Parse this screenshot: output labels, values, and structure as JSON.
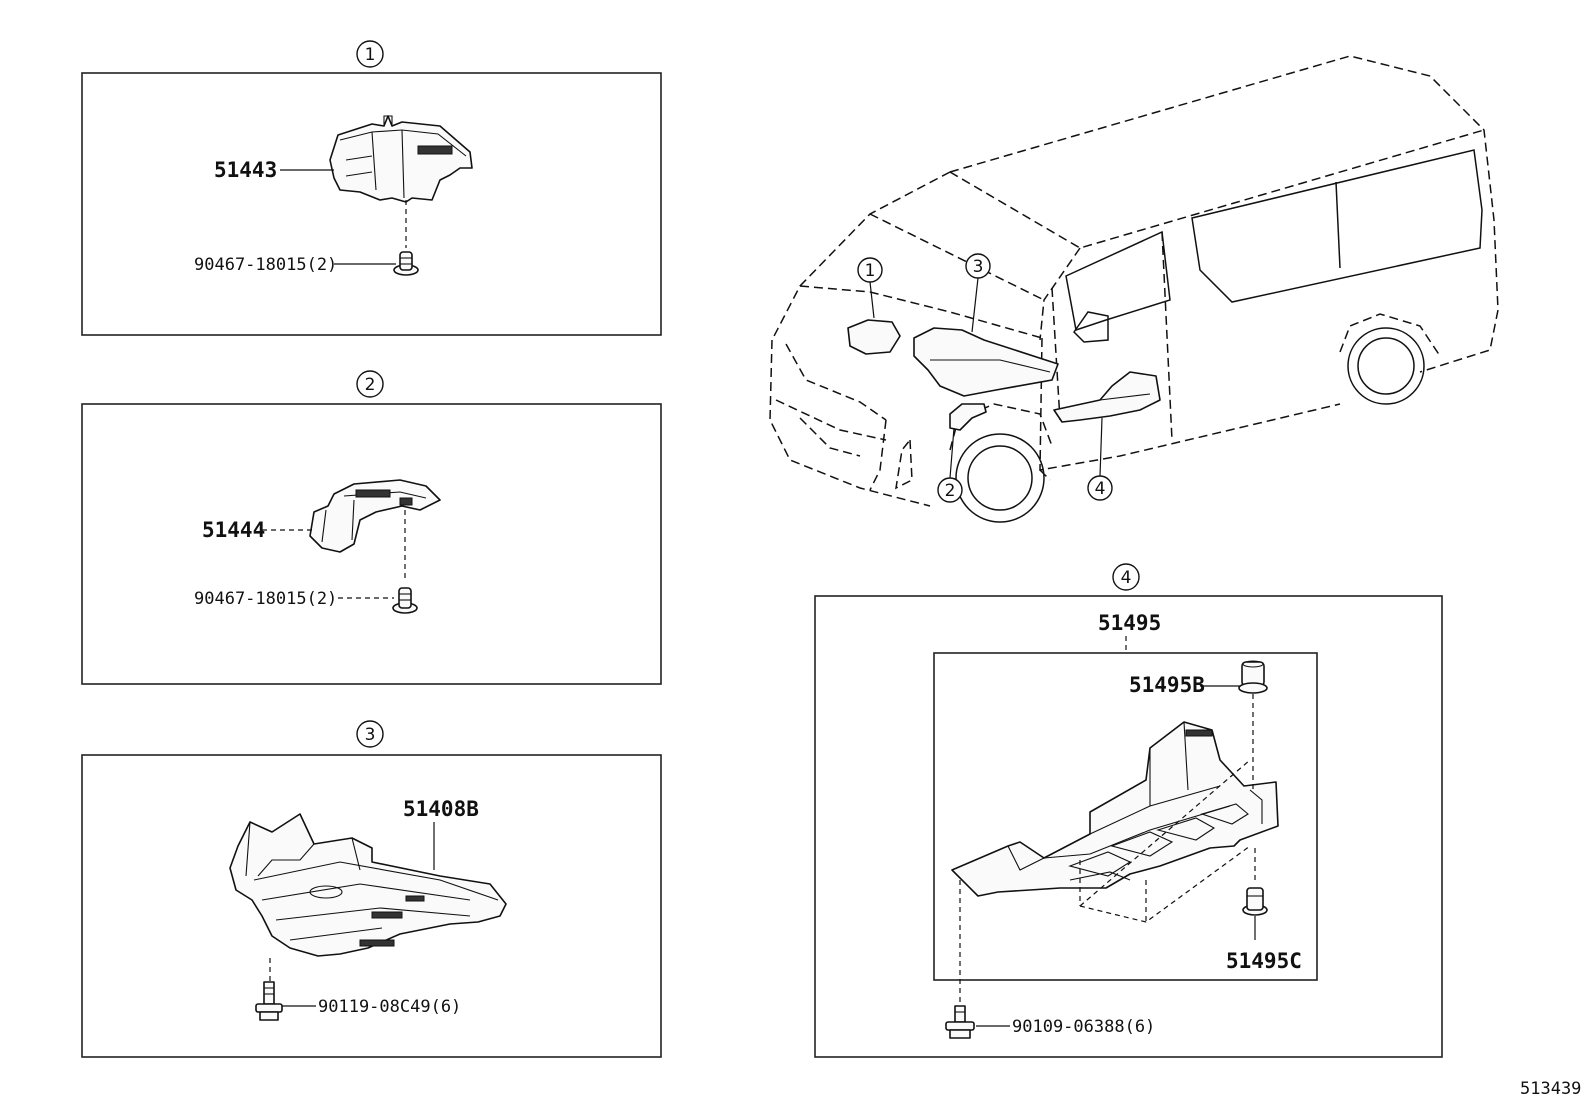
{
  "callouts": {
    "c1": "1",
    "c2": "2",
    "c3": "3",
    "c4": "4"
  },
  "parts": {
    "p51443": "51443",
    "p90467_a": "90467-18015(2)",
    "p51444": "51444",
    "p90467_b": "90467-18015(2)",
    "p51408B": "51408B",
    "p90119": "90119-08C49(6)",
    "p51495": "51495",
    "p51495B": "51495B",
    "p51495C": "51495C",
    "p90109": "90109-06388(6)"
  },
  "figure_id": "513439"
}
